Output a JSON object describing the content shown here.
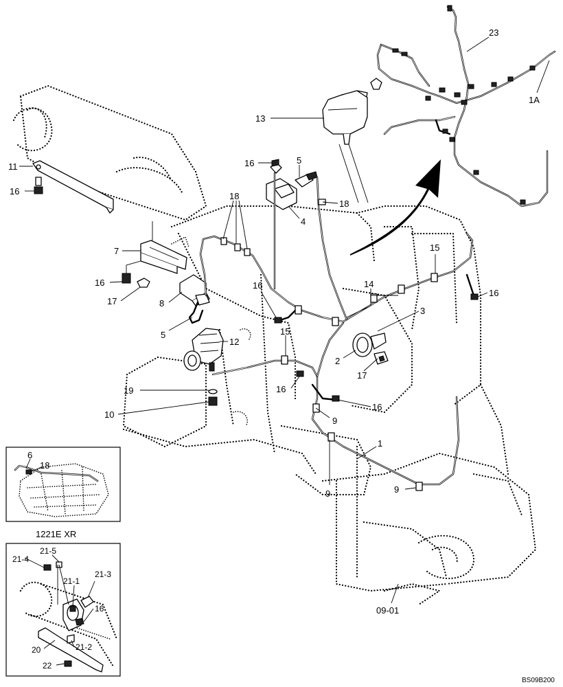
{
  "callouts": {
    "c23": "23",
    "c1a": "1A",
    "c13": "13",
    "c16a": "16",
    "c5a": "5",
    "c11": "11",
    "c16b": "16",
    "c18a": "18",
    "c18b": "18",
    "c4": "4",
    "c7": "7",
    "c16c": "16",
    "c17a": "17",
    "c8": "8",
    "c5b": "5",
    "c16d": "16",
    "c15a": "15",
    "c14": "14",
    "c15b": "15",
    "c16e": "16",
    "c3": "3",
    "c12": "12",
    "c2": "2",
    "c17b": "17",
    "c16f": "16",
    "c16g": "16",
    "c9a": "9",
    "c19": "19",
    "c10": "10",
    "c1": "1",
    "c9b": "9",
    "c9c": "9",
    "c0901": "09-01"
  },
  "inset_top": {
    "c6": "6",
    "c18": "18",
    "caption": "1221E XR"
  },
  "inset_bottom": {
    "c21_4": "21-4",
    "c21_5": "21-5",
    "c21_3": "21-3",
    "c21_1": "21-1",
    "c16": "16",
    "c20": "20",
    "c21_2": "21-2",
    "c22": "22"
  },
  "drawing_code": "BS09B200"
}
